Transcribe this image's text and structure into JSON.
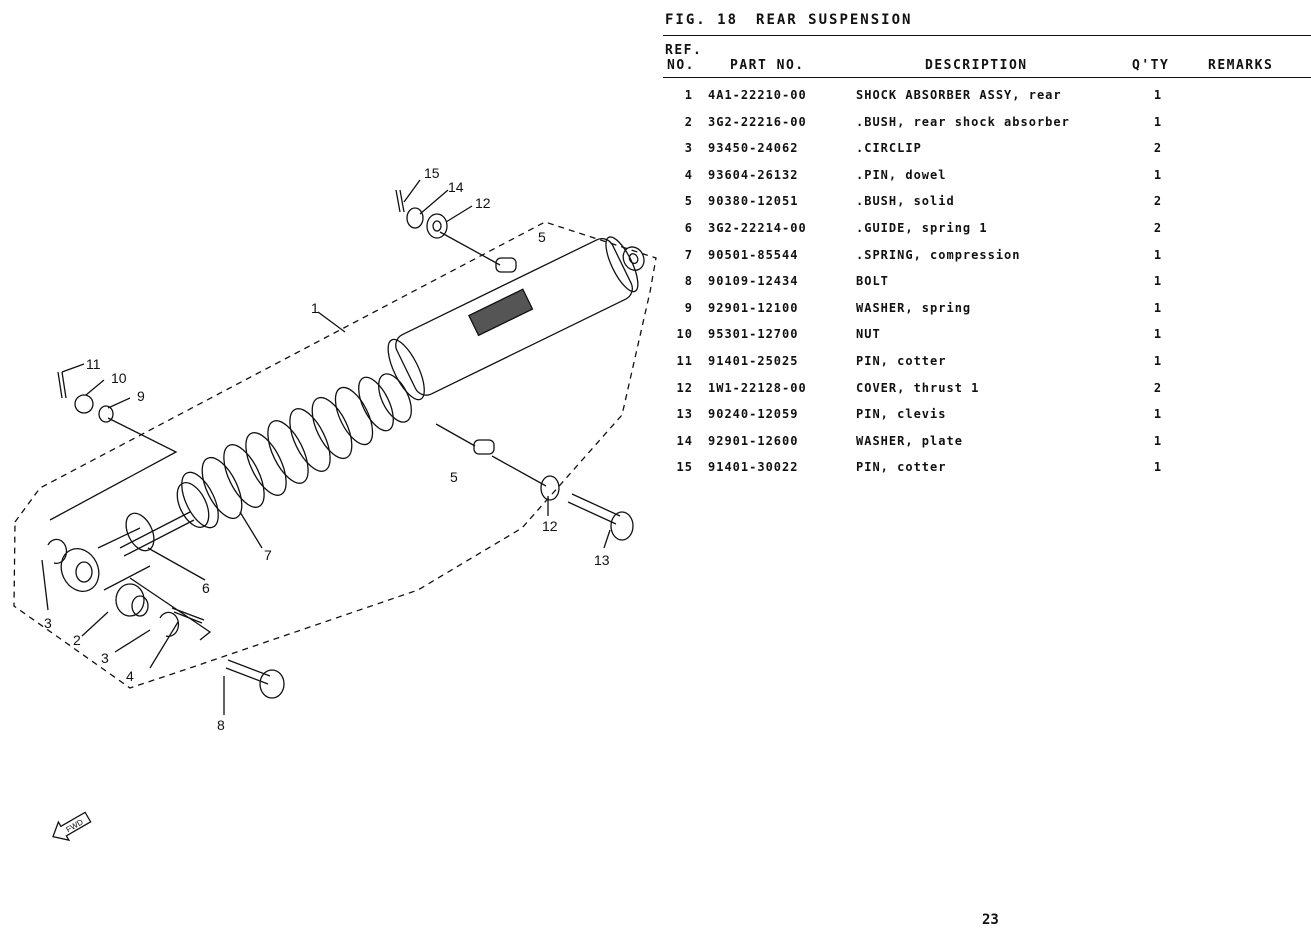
{
  "figure": {
    "fig_label": "FIG. 18",
    "title": "REAR SUSPENSION"
  },
  "table": {
    "headers": {
      "ref_line1": "REF.",
      "ref_line2": "NO.",
      "part_no": "PART NO.",
      "description": "DESCRIPTION",
      "qty": "Q'TY",
      "remarks": "REMARKS"
    },
    "rows": [
      {
        "ref": "1",
        "part": "4A1-22210-00",
        "desc": "SHOCK ABSORBER ASSY, rear",
        "qty": "1"
      },
      {
        "ref": "2",
        "part": "3G2-22216-00",
        "desc": ".BUSH, rear shock absorber",
        "qty": "1"
      },
      {
        "ref": "3",
        "part": "93450-24062",
        "desc": ".CIRCLIP",
        "qty": "2"
      },
      {
        "ref": "4",
        "part": "93604-26132",
        "desc": ".PIN, dowel",
        "qty": "1"
      },
      {
        "ref": "5",
        "part": "90380-12051",
        "desc": ".BUSH, solid",
        "qty": "2"
      },
      {
        "ref": "6",
        "part": "3G2-22214-00",
        "desc": ".GUIDE, spring 1",
        "qty": "2"
      },
      {
        "ref": "7",
        "part": "90501-85544",
        "desc": ".SPRING, compression",
        "qty": "1"
      },
      {
        "ref": "8",
        "part": "90109-12434",
        "desc": "BOLT",
        "qty": "1"
      },
      {
        "ref": "9",
        "part": "92901-12100",
        "desc": "WASHER, spring",
        "qty": "1"
      },
      {
        "ref": "10",
        "part": "95301-12700",
        "desc": "NUT",
        "qty": "1"
      },
      {
        "ref": "11",
        "part": "91401-25025",
        "desc": "PIN, cotter",
        "qty": "1"
      },
      {
        "ref": "12",
        "part": "1W1-22128-00",
        "desc": "COVER, thrust 1",
        "qty": "2"
      },
      {
        "ref": "13",
        "part": "90240-12059",
        "desc": "PIN, clevis",
        "qty": "1"
      },
      {
        "ref": "14",
        "part": "92901-12600",
        "desc": "WASHER, plate",
        "qty": "1"
      },
      {
        "ref": "15",
        "part": "91401-30022",
        "desc": "PIN, cotter",
        "qty": "1"
      }
    ]
  },
  "diagram": {
    "callouts": [
      "1",
      "2",
      "3",
      "3",
      "4",
      "5",
      "5",
      "6",
      "7",
      "8",
      "9",
      "10",
      "11",
      "12",
      "12",
      "13",
      "14",
      "15"
    ],
    "fwd_label": "FWD"
  },
  "page_number": "23"
}
